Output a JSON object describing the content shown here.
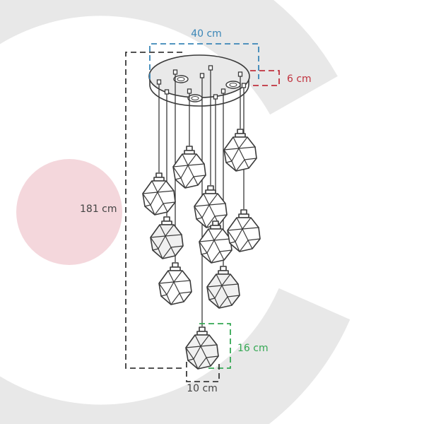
{
  "dimensions": {
    "width_top": "40 cm",
    "canopy_height": "6 cm",
    "total_height": "181 cm",
    "pendant_height": "16 cm",
    "pendant_width": "10 cm"
  },
  "colors": {
    "blue": "#3a86b7",
    "red": "#c0323e",
    "green": "#34a853",
    "dark": "#3a3a3a",
    "label_gray": "#444444",
    "watermark_gray": "#e7e7e7",
    "pink": "#f3d6db"
  },
  "lamp": {
    "pendant_count": 10
  }
}
